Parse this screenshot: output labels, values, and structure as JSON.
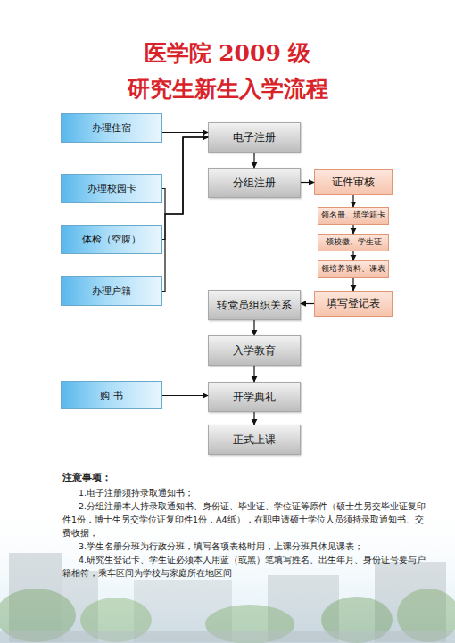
{
  "diagram": {
    "title": "医学院 2009 级 研究生新生入学流程",
    "nodes": [
      {
        "text": [
          "办理住宿"
        ]
      },
      {
        "text": [
          "办理校园卡"
        ]
      },
      {
        "text": [
          "体检（空腹）"
        ]
      },
      {
        "text": [
          "办理户籍"
        ]
      },
      {
        "text": [
          "电子注册"
        ]
      },
      {
        "text": [
          "分组注册"
        ]
      },
      {
        "text": [
          "证件审核"
        ]
      },
      {
        "text": [
          "领名册、填学籍卡"
        ]
      },
      {
        "text": [
          "领校徽、学生证"
        ]
      },
      {
        "text": [
          "领培养资料、课表"
        ]
      },
      {
        "text": [
          "填写登记表"
        ]
      },
      {
        "text": [
          "转党员组织关系"
        ]
      },
      {
        "text": [
          "入学教育"
        ]
      },
      {
        "text": [
          "购 书"
        ]
      },
      {
        "text": [
          "开学典礼"
        ]
      },
      {
        "text": [
          "正式上课"
        ]
      }
    ],
    "edges": [
      {
        "from": 0,
        "to": 4,
        "arrow": "to"
      },
      {
        "from": 1,
        "to": 4,
        "arrow": "to"
      },
      {
        "from": 2,
        "to": 4,
        "arrow": "to"
      },
      {
        "from": 3,
        "to": 4,
        "arrow": "to"
      },
      {
        "from": 4,
        "to": 5,
        "arrow": "to"
      },
      {
        "from": 5,
        "to": 6,
        "arrow": "to"
      },
      {
        "from": 6,
        "to": 7,
        "arrow": "to"
      },
      {
        "from": 7,
        "to": 8,
        "arrow": "to"
      },
      {
        "from": 8,
        "to": 9,
        "arrow": "to"
      },
      {
        "from": 9,
        "to": 10,
        "arrow": "to"
      },
      {
        "from": 10,
        "to": 11,
        "arrow": "to"
      },
      {
        "from": 11,
        "to": 12,
        "arrow": "to"
      },
      {
        "from": 12,
        "to": 14,
        "arrow": "to"
      },
      {
        "from": 13,
        "to": 14,
        "arrow": "to"
      },
      {
        "from": 14,
        "to": 15,
        "arrow": "to"
      }
    ],
    "labels": [
      "注意事项：",
      "1.电子注册须持录取通知书；",
      "2.分组注册本人持录取通知书、身份证、毕业证、学位证等原件（硕士生另交毕业证复印件1份，博士生另交学位证复印件1份，A4纸），在职申请硕士学位人员须持录取通知书、交费收据；",
      "3.学生名册分班为行政分班，填写各项表格时用，上课分班具体见课表；",
      "4.研究生登记卡、学生证必须本人用蓝（或黑）笔填写姓名、出生年月、身份证号要与户籍相符，乘车区间为学校与家庭所在地区间"
    ]
  }
}
